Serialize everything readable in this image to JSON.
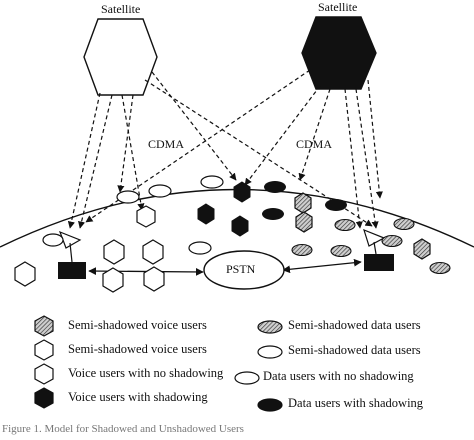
{
  "diagram": {
    "satellite_left_label": "Satellite",
    "satellite_right_label": "Satellite",
    "cdma_left_label": "CDMA",
    "cdma_right_label": "CDMA",
    "pstn_label": "PSTN"
  },
  "legend": {
    "semi_shadowed_voice_hatched": "Semi-shadowed voice users",
    "semi_shadowed_voice_outline": "Semi-shadowed voice users",
    "voice_no_shadowing": "Voice users with no shadowing",
    "voice_shadowing": "Voice users with shadowing",
    "semi_shadowed_data_hatched": "Semi-shadowed data users",
    "semi_shadowed_data_outline": "Semi-shadowed data users",
    "data_no_shadowing": "Data users with no shadowing",
    "data_shadowing": "Data users with shadowing"
  },
  "caption": "Figure 1. Model for Shadowed and Unshadowed Users"
}
